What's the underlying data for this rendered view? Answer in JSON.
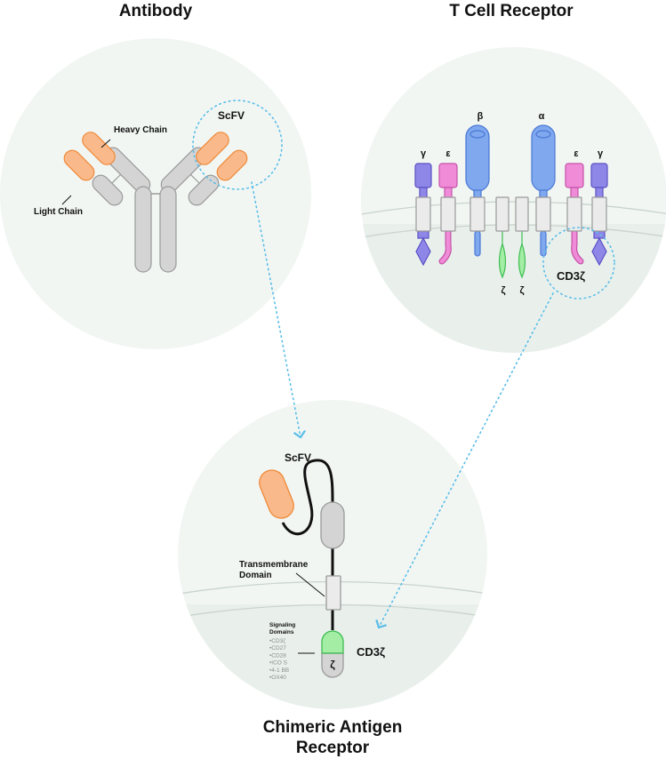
{
  "titles": {
    "antibody": "Antibody",
    "tcr": "T Cell Receptor",
    "car_line1": "Chimeric Antigen",
    "car_line2": "Receptor"
  },
  "antibody": {
    "heavy_chain": "Heavy Chain",
    "light_chain": "Light Chain",
    "scfv": "ScFV"
  },
  "tcr": {
    "gamma": "γ",
    "epsilon": "ε",
    "beta": "β",
    "alpha": "α",
    "zeta": "ζ",
    "cd3z": "CD3ζ"
  },
  "car": {
    "scfv": "ScFV",
    "transmembrane_1": "Transmembrane",
    "transmembrane_2": "Domain",
    "signaling_title_1": "Signaling",
    "signaling_title_2": "Domains",
    "signaling_items": [
      "•CD3ζ",
      "•CD27",
      "•CD28",
      "•ICO S",
      "•4-1 BB",
      "•OX40"
    ],
    "zeta": "ζ",
    "cd3z": "CD3ζ"
  },
  "colors": {
    "bubble": "#f1f6f3",
    "membrane_line": "#c9d3ce",
    "orange": "#f9b98a",
    "orange_stroke": "#f08a3a",
    "gray": "#d4d4d4",
    "gray_stroke": "#9a9a9a",
    "blue": "#7fa8ef",
    "blue_stroke": "#4a78d4",
    "purple": "#8f87e8",
    "purple_stroke": "#5b51c4",
    "pink": "#f08bd8",
    "pink_stroke": "#c552a8",
    "green": "#a4eda4",
    "green_stroke": "#3ebd52",
    "dotted": "#5bbde8"
  }
}
